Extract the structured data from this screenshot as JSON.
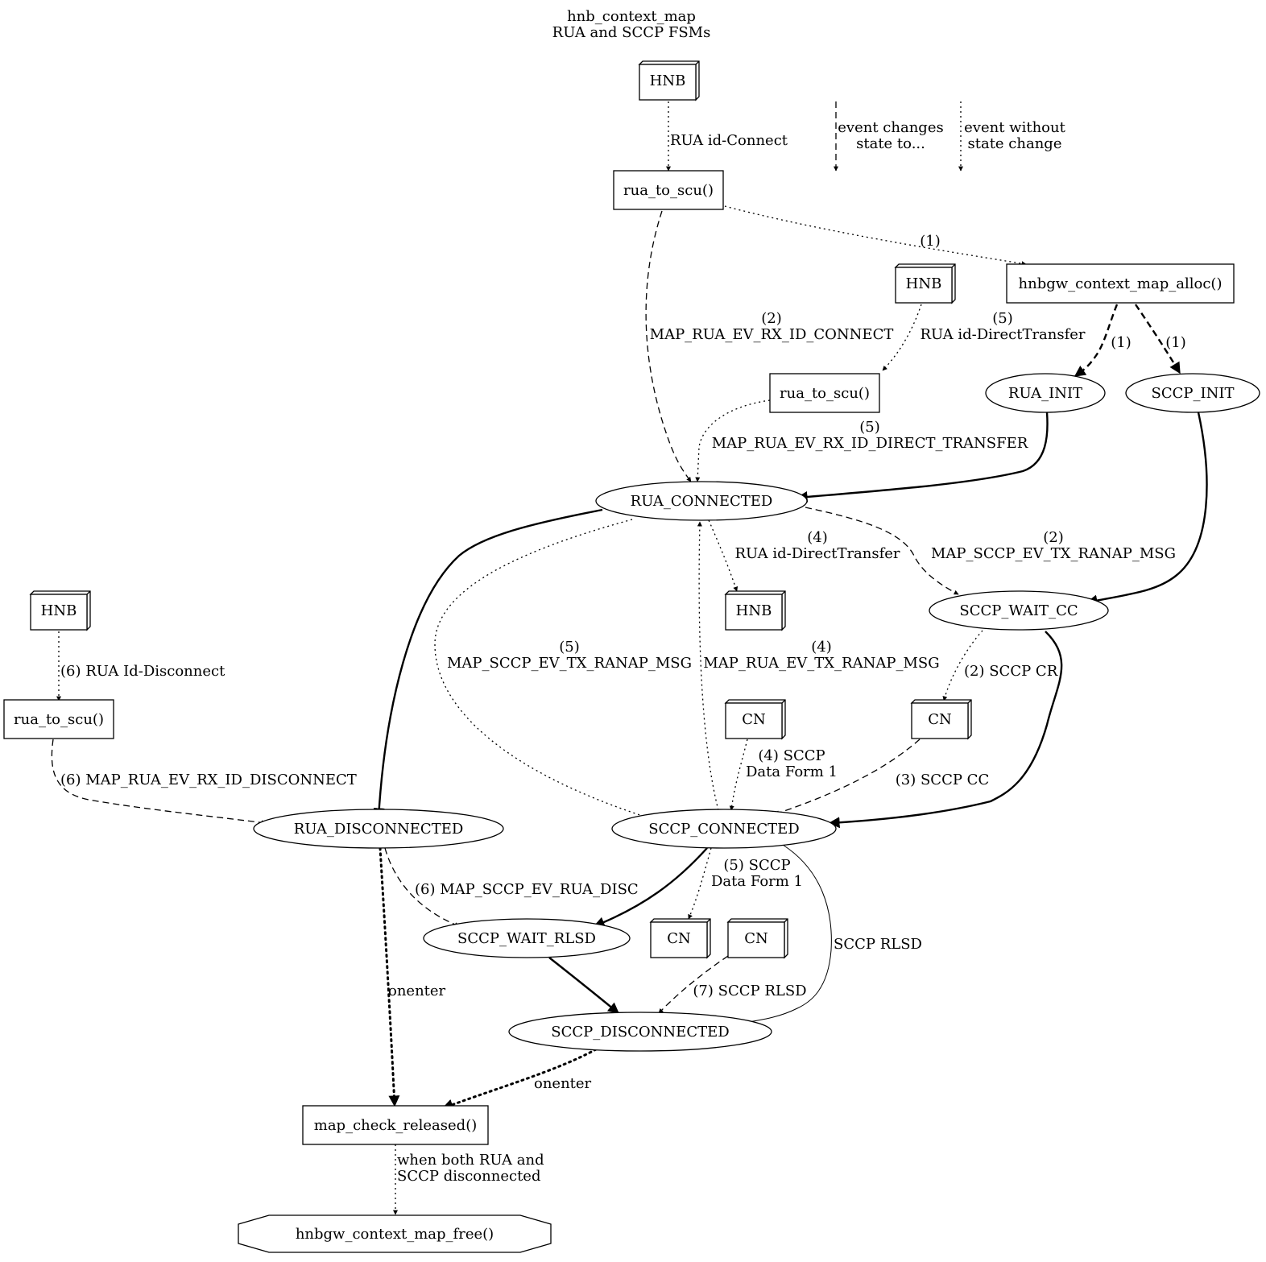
{
  "title": [
    "hnb_context_map",
    "RUA and SCCP FSMs"
  ],
  "legend": {
    "state_change": [
      "event changes",
      "state to..."
    ],
    "no_state_change": [
      "event without",
      "state change"
    ]
  },
  "nodes": [
    {
      "id": "hnb1",
      "shape": "box3d",
      "label": [
        "HNB"
      ]
    },
    {
      "id": "rua_to_scu1",
      "shape": "box",
      "label": [
        "rua_to_scu()"
      ]
    },
    {
      "id": "alloc",
      "shape": "box",
      "label": [
        "hnbgw_context_map_alloc()"
      ]
    },
    {
      "id": "hnb2",
      "shape": "box3d",
      "label": [
        "HNB"
      ]
    },
    {
      "id": "rua_to_scu2",
      "shape": "box",
      "label": [
        "rua_to_scu()"
      ]
    },
    {
      "id": "rua_init",
      "shape": "ellipse",
      "label": [
        "RUA_INIT"
      ]
    },
    {
      "id": "sccp_init",
      "shape": "ellipse",
      "label": [
        "SCCP_INIT"
      ]
    },
    {
      "id": "rua_connected",
      "shape": "ellipse",
      "label": [
        "RUA_CONNECTED"
      ]
    },
    {
      "id": "hnb3",
      "shape": "box3d",
      "label": [
        "HNB"
      ]
    },
    {
      "id": "sccp_wait_cc",
      "shape": "ellipse",
      "label": [
        "SCCP_WAIT_CC"
      ]
    },
    {
      "id": "hnb4",
      "shape": "box3d",
      "label": [
        "HNB"
      ]
    },
    {
      "id": "rua_to_scu3",
      "shape": "box",
      "label": [
        "rua_to_scu()"
      ]
    },
    {
      "id": "cn1",
      "shape": "box3d",
      "label": [
        "CN"
      ]
    },
    {
      "id": "cn2",
      "shape": "box3d",
      "label": [
        "CN"
      ]
    },
    {
      "id": "rua_disconnected",
      "shape": "ellipse",
      "label": [
        "RUA_DISCONNECTED"
      ]
    },
    {
      "id": "sccp_connected",
      "shape": "ellipse",
      "label": [
        "SCCP_CONNECTED"
      ]
    },
    {
      "id": "sccp_wait_rlsd",
      "shape": "ellipse",
      "label": [
        "SCCP_WAIT_RLSD"
      ]
    },
    {
      "id": "cn3",
      "shape": "box3d",
      "label": [
        "CN"
      ]
    },
    {
      "id": "cn4",
      "shape": "box3d",
      "label": [
        "CN"
      ]
    },
    {
      "id": "sccp_disconnected",
      "shape": "ellipse",
      "label": [
        "SCCP_DISCONNECTED"
      ]
    },
    {
      "id": "map_check_released",
      "shape": "box",
      "label": [
        "map_check_released()"
      ]
    },
    {
      "id": "map_free",
      "shape": "octagon",
      "label": [
        "hnbgw_context_map_free()"
      ]
    }
  ],
  "edges": [
    {
      "id": "e1",
      "from": "hnb1",
      "to": "rua_to_scu1",
      "style": "dotted",
      "label": [
        "RUA id-Connect"
      ]
    },
    {
      "id": "e2",
      "from": "rua_to_scu1",
      "to": "alloc",
      "style": "dotted",
      "label": [
        "(1)"
      ]
    },
    {
      "id": "e3",
      "from": "rua_to_scu1",
      "to": "rua_connected",
      "style": "dashed",
      "label": [
        "(2)",
        "MAP_RUA_EV_RX_ID_CONNECT"
      ]
    },
    {
      "id": "e4",
      "from": "alloc",
      "to": "rua_init",
      "style": "dashed-bold",
      "label": [
        "(1)"
      ]
    },
    {
      "id": "e5",
      "from": "alloc",
      "to": "sccp_init",
      "style": "dashed-bold",
      "label": [
        "(1)"
      ]
    },
    {
      "id": "e6",
      "from": "hnb2",
      "to": "rua_to_scu2",
      "style": "dotted",
      "label": [
        "(5)",
        "RUA id-DirectTransfer"
      ]
    },
    {
      "id": "e7",
      "from": "rua_to_scu2",
      "to": "rua_connected",
      "style": "dotted",
      "label": [
        "(5)",
        "MAP_RUA_EV_RX_ID_DIRECT_TRANSFER"
      ]
    },
    {
      "id": "e8",
      "from": "rua_init",
      "to": "rua_connected",
      "style": "solid",
      "label": []
    },
    {
      "id": "e9",
      "from": "sccp_init",
      "to": "sccp_wait_cc",
      "style": "solid",
      "label": []
    },
    {
      "id": "e10",
      "from": "rua_connected",
      "to": "hnb3",
      "style": "dotted",
      "label": [
        "(4)",
        "RUA id-DirectTransfer"
      ]
    },
    {
      "id": "e11",
      "from": "rua_connected",
      "to": "sccp_wait_cc",
      "style": "dashed",
      "label": [
        "(2)",
        "MAP_SCCP_EV_TX_RANAP_MSG"
      ]
    },
    {
      "id": "e12",
      "from": "rua_connected",
      "to": "rua_disconnected",
      "style": "solid",
      "label": []
    },
    {
      "id": "e13",
      "from": "rua_connected",
      "to": "sccp_connected",
      "style": "dotted",
      "label": [
        "(5)",
        "MAP_SCCP_EV_TX_RANAP_MSG"
      ]
    },
    {
      "id": "e14",
      "from": "sccp_connected",
      "to": "rua_connected",
      "style": "dotted",
      "label": [
        "(4)",
        "MAP_RUA_EV_TX_RANAP_MSG"
      ]
    },
    {
      "id": "e15",
      "from": "sccp_wait_cc",
      "to": "cn2",
      "style": "dotted",
      "label": [
        "(2) SCCP CR"
      ]
    },
    {
      "id": "e16",
      "from": "sccp_wait_cc",
      "to": "sccp_connected",
      "style": "solid",
      "label": []
    },
    {
      "id": "e17",
      "from": "hnb4",
      "to": "rua_to_scu3",
      "style": "dotted",
      "label": [
        "(6) RUA Id-Disconnect"
      ]
    },
    {
      "id": "e18",
      "from": "rua_to_scu3",
      "to": "rua_disconnected",
      "style": "dashed",
      "label": [
        "(6) MAP_RUA_EV_RX_ID_DISCONNECT"
      ]
    },
    {
      "id": "e19",
      "from": "cn1",
      "to": "sccp_connected",
      "style": "dotted",
      "label": [
        "(4) SCCP",
        "Data Form 1"
      ]
    },
    {
      "id": "e20",
      "from": "cn2",
      "to": "sccp_connected",
      "style": "dashed",
      "label": [
        "(3) SCCP CC"
      ]
    },
    {
      "id": "e21",
      "from": "rua_disconnected",
      "to": "sccp_wait_rlsd",
      "style": "dashed",
      "label": [
        "(6) MAP_SCCP_EV_RUA_DISC"
      ]
    },
    {
      "id": "e22",
      "from": "rua_disconnected",
      "to": "map_check_released",
      "style": "dotted-bold",
      "label": [
        "onenter"
      ]
    },
    {
      "id": "e23",
      "from": "sccp_connected",
      "to": "sccp_wait_rlsd",
      "style": "solid",
      "label": []
    },
    {
      "id": "e24",
      "from": "sccp_connected",
      "to": "cn3",
      "style": "dotted",
      "label": [
        "(5) SCCP",
        "Data Form 1"
      ]
    },
    {
      "id": "e25",
      "from": "sccp_connected",
      "to": "sccp_disconnected",
      "style": "thin",
      "label": [
        "SCCP RLSD"
      ]
    },
    {
      "id": "e26",
      "from": "sccp_wait_rlsd",
      "to": "sccp_disconnected",
      "style": "solid",
      "label": []
    },
    {
      "id": "e27",
      "from": "cn4",
      "to": "sccp_disconnected",
      "style": "dashed",
      "label": [
        "(7) SCCP RLSD"
      ]
    },
    {
      "id": "e28",
      "from": "sccp_disconnected",
      "to": "map_check_released",
      "style": "dotted-bold",
      "label": [
        "onenter"
      ]
    },
    {
      "id": "e29",
      "from": "map_check_released",
      "to": "map_free",
      "style": "dotted",
      "label": [
        "when both RUA and",
        "SCCP disconnected"
      ]
    }
  ]
}
